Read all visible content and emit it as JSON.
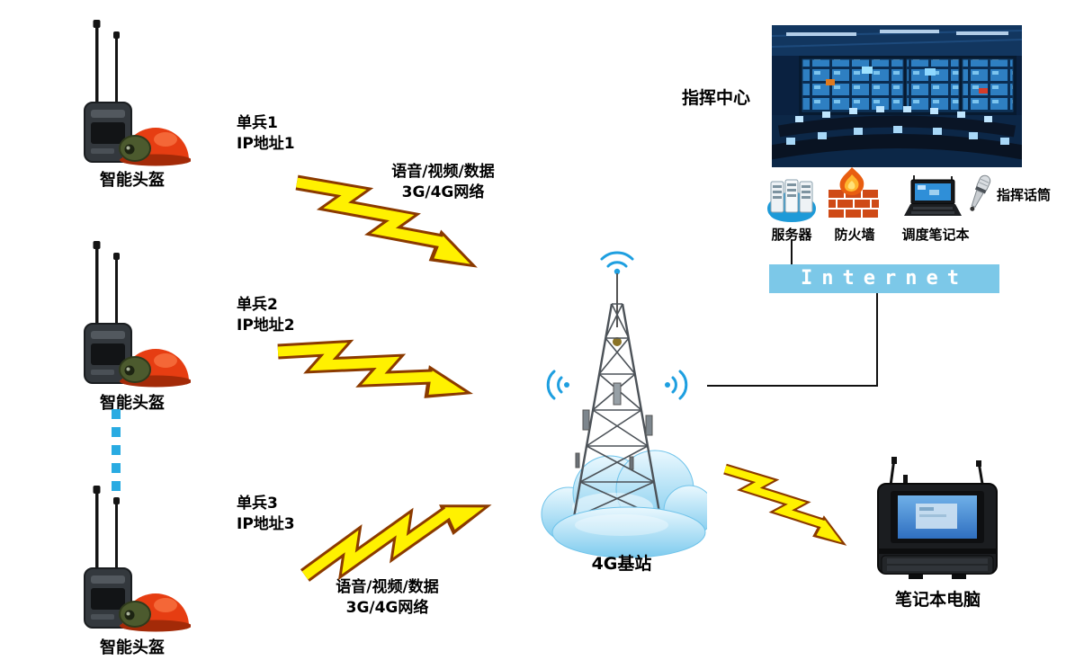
{
  "units": [
    {
      "label": "智能头盔",
      "caption_line1": "单兵1",
      "caption_line2": "IP地址1"
    },
    {
      "label": "智能头盔",
      "caption_line1": "单兵2",
      "caption_line2": "IP地址2"
    },
    {
      "label": "智能头盔",
      "caption_line1": "单兵3",
      "caption_line2": "IP地址3"
    }
  ],
  "links": {
    "uplink_top_line1": "语音/视频/数据",
    "uplink_top_line2": "3G/4G网络",
    "uplink_bottom_line1": "语音/视频/数据",
    "uplink_bottom_line2": "3G/4G网络"
  },
  "base_station": {
    "label": "4G基站"
  },
  "command_center": {
    "label": "指挥中心",
    "server_label": "服务器",
    "firewall_label": "防火墙",
    "dispatch_laptop_label": "调度笔记本",
    "microphone_label": "指挥话筒",
    "internet_bar_label": "Internet"
  },
  "field_laptop": {
    "label": "笔记本电脑"
  },
  "colors": {
    "lightning_fill": "#FFF100",
    "lightning_outline": "#8B3A00",
    "internet_bar_bg": "#7CC8E8",
    "internet_bar_text": "#FFFFFF",
    "ellipsis_dots": "#29ABE2",
    "wifi_signal": "#1E9FE0",
    "cloud_fill": "#9ED9F4",
    "helmet_red": "#E63D12"
  }
}
